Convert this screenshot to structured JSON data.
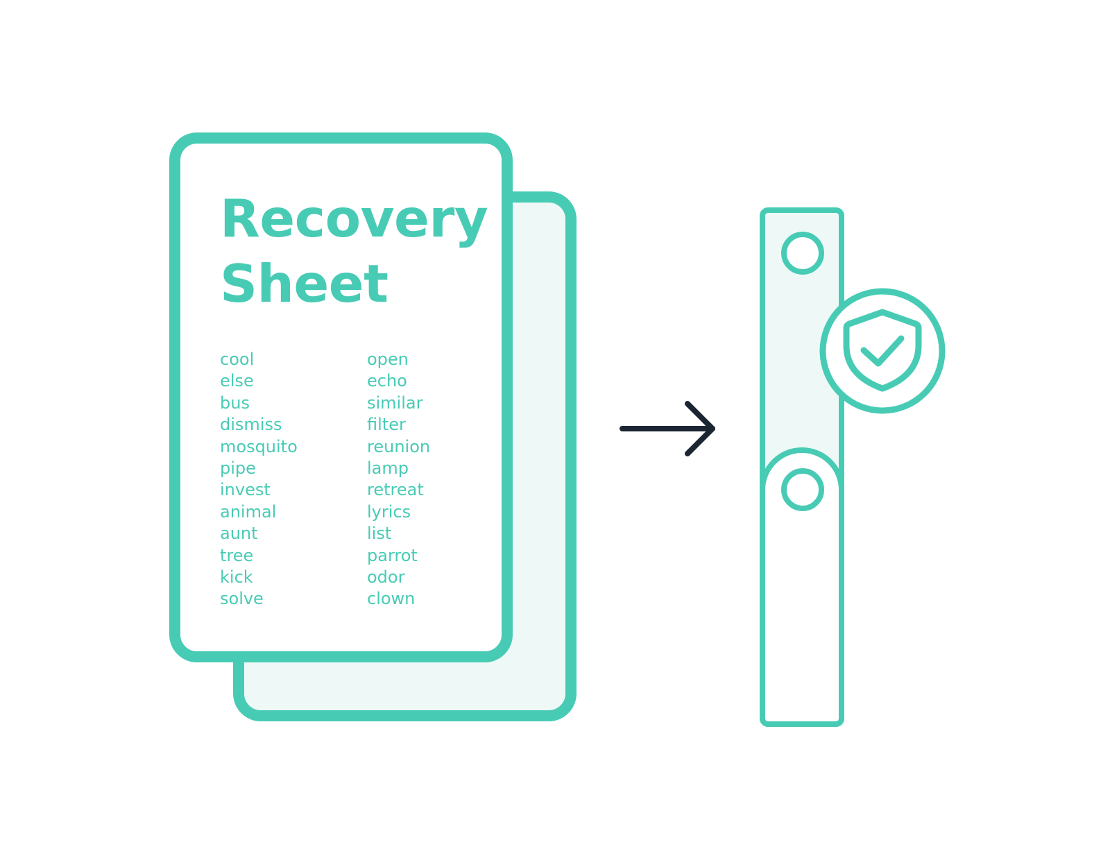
{
  "colors": {
    "accent": "#48cbb5",
    "tint": "#eef9f7",
    "arrow": "#1c2633",
    "background": "#ffffff"
  },
  "recovery_sheet": {
    "title_line1": "Recovery",
    "title_line2": "Sheet",
    "words_left": [
      "cool",
      "else",
      "bus",
      "dismiss",
      "mosquito",
      "pipe",
      "invest",
      "animal",
      "aunt",
      "tree",
      "kick",
      "solve"
    ],
    "words_right": [
      "open",
      "echo",
      "similar",
      "filter",
      "reunion",
      "lamp",
      "retreat",
      "lyrics",
      "list",
      "parrot",
      "odor",
      "clown"
    ]
  },
  "icons": {
    "arrow": "arrow-right-icon",
    "device": "hardware-wallet-icon",
    "badge": "shield-check-icon"
  }
}
